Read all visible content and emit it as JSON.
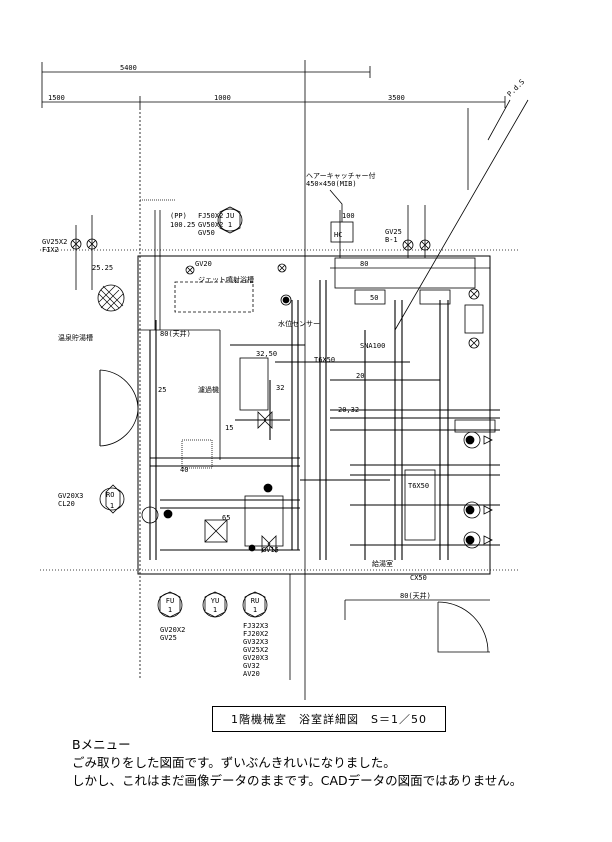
{
  "dims": {
    "total": "5400",
    "d1": "1500",
    "d2": "1000",
    "d3": "3500",
    "pd": "P.d.S"
  },
  "labels": {
    "hair_catcher": "ヘアーキャッチャー付",
    "hair_catcher_size": "450×450(MIB)",
    "hc": "HC",
    "jet_bath": "ジェット噴射浴槽",
    "water_sensor": "水位センサー",
    "hot_spring": "温泉貯湯槽",
    "filter": "濾過機",
    "hot_water_room": "給湯室",
    "sna": "SNA100",
    "cu": "CX50",
    "pp": "(PP)",
    "pp_val": "100.25",
    "fj": "FJ50X2",
    "gv50x2": "GV50X2",
    "gv50": "GV50",
    "gv20": "GV20",
    "gv25": "GV25",
    "b1": "B-1",
    "gv25x2": "GV25X2",
    "fixe": "FIX2",
    "p25": "25.25",
    "gv20x3": "GV20X3",
    "cl20": "CL20",
    "gv15": "GV15",
    "n80a": "80(天井)",
    "n80b": "80(天井)",
    "n100": "100",
    "n80": "80",
    "n50": "50",
    "n3250": "32,50",
    "n32": "32",
    "n20": "20",
    "n2032": "20,32",
    "n25": "25",
    "n15": "15",
    "n40": "40",
    "n65": "65",
    "t65": "T6X50",
    "t50": "T6X50",
    "fu_bottom": "GV20X2",
    "fu_bottom2": "GV25",
    "ru_list": [
      "FJ32X3",
      "FJ20X2",
      "GV32X3",
      "GV25X2",
      "GV20X3",
      "GV32",
      "AV20"
    ],
    "fu": "FU",
    "yu": "YU",
    "ru": "RU",
    "ju": "JU",
    "one": "1"
  },
  "title": "1階機械室　浴室詳細図　S＝1／50",
  "caption": {
    "line1": "Bメニュー",
    "line2": "ごみ取りをした図面です。ずいぶんきれいになりました。",
    "line3": "しかし、これはまだ画像データのままです。CADデータの図面ではありません。"
  }
}
